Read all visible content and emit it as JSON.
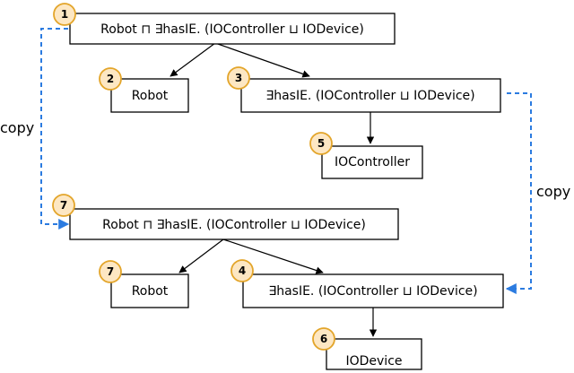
{
  "nodes": {
    "n1": {
      "badge": "1",
      "label": "Robot ⊓ ∃hasIE. (IOController ⊔ IODevice)"
    },
    "n2": {
      "badge": "2",
      "label": "Robot"
    },
    "n3": {
      "badge": "3",
      "label": "∃hasIE. (IOController ⊔ IODevice)"
    },
    "n5": {
      "badge": "5",
      "label": "IOController"
    },
    "n7a": {
      "badge": "7",
      "label": "Robot ⊓ ∃hasIE. (IOController ⊔ IODevice)"
    },
    "n7b": {
      "badge": "7",
      "label": "Robot"
    },
    "n4": {
      "badge": "4",
      "label": "∃hasIE. (IOController ⊔ IODevice)"
    },
    "n6": {
      "badge": "6",
      "label": "IODevice"
    }
  },
  "copy_labels": {
    "left": "copy",
    "right": "copy"
  },
  "colors": {
    "badge_fill": "#fde7c3",
    "badge_stroke": "#e3a52a",
    "copy_arrow": "#2b7be0"
  }
}
